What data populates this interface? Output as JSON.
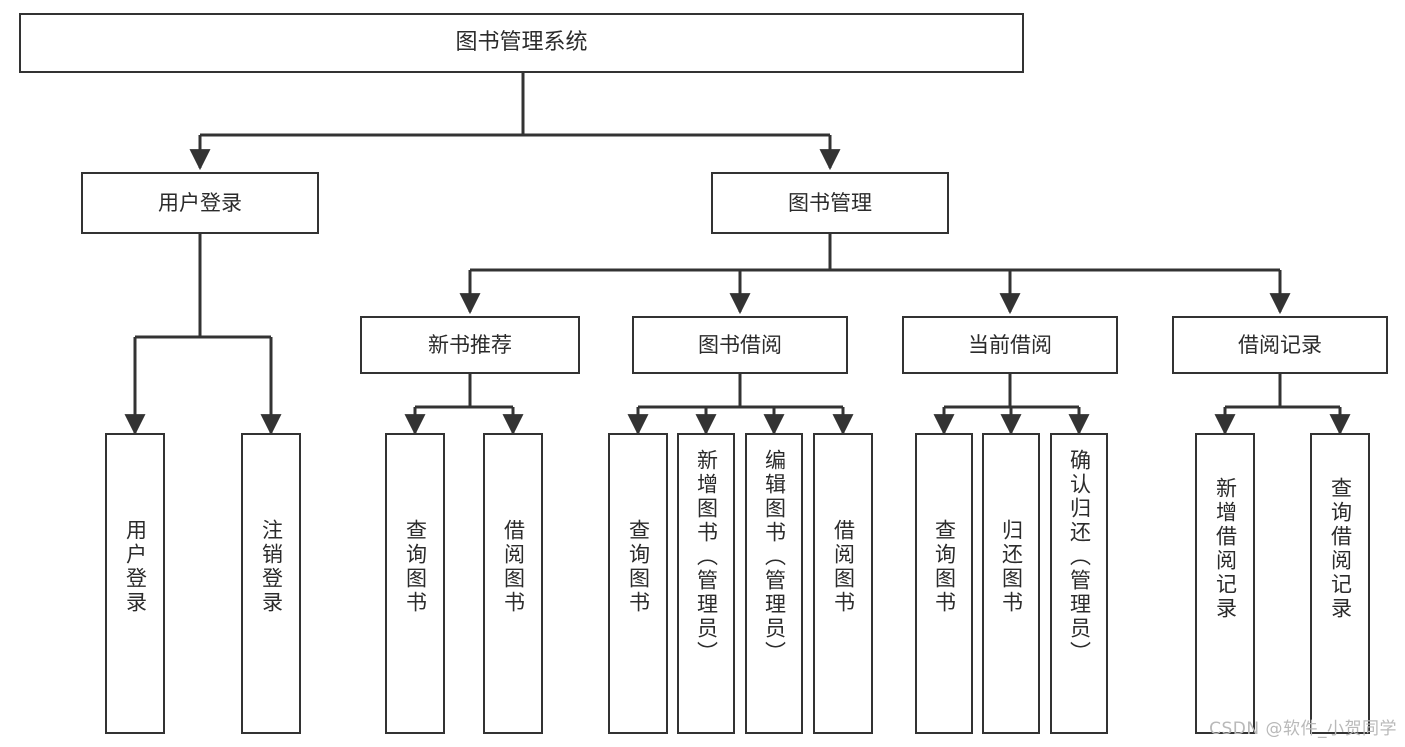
{
  "diagram": {
    "title": "图书管理系统",
    "type": "tree-hierarchy-diagram",
    "colors": {
      "box_border": "#333333",
      "box_fill": "#ffffff",
      "text": "#2b2b2b",
      "edge": "#333333",
      "watermark": "#b9b9b9",
      "background": "#ffffff"
    },
    "watermark": "CSDN @软件_小贺同学",
    "nodes": {
      "root": {
        "label": "图书管理系统"
      },
      "level2": [
        {
          "label": "用户登录"
        },
        {
          "label": "图书管理"
        }
      ],
      "level3": [
        {
          "label": "新书推荐"
        },
        {
          "label": "图书借阅"
        },
        {
          "label": "当前借阅"
        },
        {
          "label": "借阅记录"
        }
      ],
      "leaves_user_login": [
        {
          "label": "用户登录"
        },
        {
          "label": "注销登录"
        }
      ],
      "leaves_new_book": [
        {
          "label": "查询图书"
        },
        {
          "label": "借阅图书"
        }
      ],
      "leaves_borrow": [
        {
          "label": "查询图书"
        },
        {
          "label": "新增图书（管理员）"
        },
        {
          "label": "编辑图书（管理员）"
        },
        {
          "label": "借阅图书"
        }
      ],
      "leaves_current": [
        {
          "label": "查询图书"
        },
        {
          "label": "归还图书"
        },
        {
          "label": "确认归还（管理员）"
        }
      ],
      "leaves_record": [
        {
          "label": "新增借阅记录"
        },
        {
          "label": "查询借阅记录"
        }
      ]
    }
  }
}
